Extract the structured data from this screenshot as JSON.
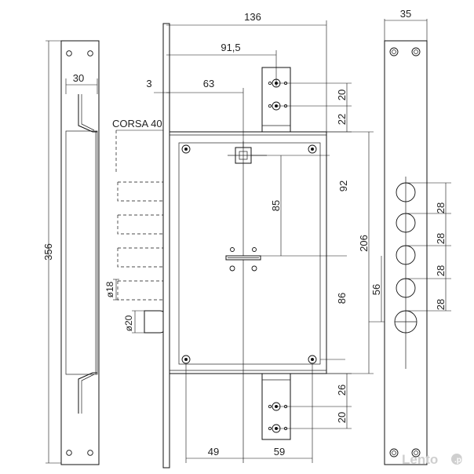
{
  "dimensions": {
    "width_total": "136",
    "offset_91": "91,5",
    "backset_63": "63",
    "face_3": "3",
    "front_width": "30",
    "length_356": "356",
    "throw": "CORSA 40",
    "bolt_dia": "ø18",
    "latch_dia": "ø20",
    "right_width": "35",
    "top_20": "20",
    "top_22": "22",
    "h_92": "92",
    "h_85": "85",
    "h_206": "206",
    "h_86": "86",
    "h_56": "56",
    "bot_26": "26",
    "bot_20": "20",
    "w_49": "49",
    "w_59": "59",
    "p1": "28",
    "p2": "28",
    "p3": "28",
    "p4": "28"
  },
  "watermark": {
    "brand": "Lento",
    "suffix": ".pl"
  },
  "colors": {
    "line": "#111111",
    "plate_fill": "#f4f4f4",
    "watermark": "#cfcfcf"
  }
}
